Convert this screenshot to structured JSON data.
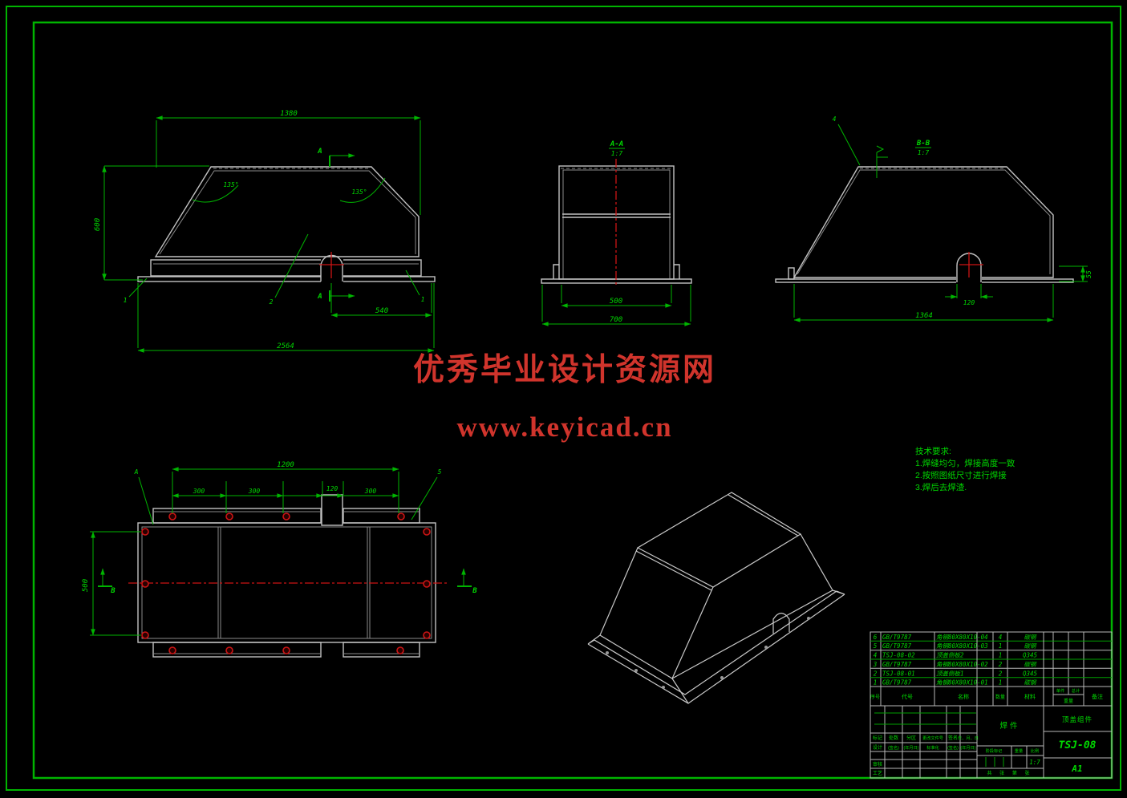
{
  "watermark": {
    "line1": "优秀毕业设计资源网",
    "line2": "www.keyicad.cn"
  },
  "tech_req": {
    "title": "技术要求:",
    "item1": "1.焊缝均匀，焊接高度一致",
    "item2": "2.按照图纸尺寸进行焊接",
    "item3": "3.焊后去焊渣."
  },
  "front_view": {
    "dim_top": "1380",
    "dim_left": "600",
    "dim_notch": "540",
    "dim_overall": "2564",
    "angle_left": "135°",
    "angle_right": "135°",
    "section_top": "A",
    "section_bottom": "A",
    "balloon_left": "1",
    "balloon_mid": "2",
    "balloon_right": "1"
  },
  "section_aa": {
    "label": "A-A",
    "scale": "1:7",
    "dim_inner": "500",
    "dim_outer": "700"
  },
  "section_bb": {
    "label": "B-B",
    "scale": "1:7",
    "balloon": "4",
    "dim_notch": "120",
    "dim_overall": "1364",
    "dim_right": "55"
  },
  "plan_view": {
    "dim_overall": "1200",
    "dim_seg1": "300",
    "dim_seg2": "300",
    "dim_notch": "120",
    "dim_seg3": "300",
    "dim_left": "500",
    "section_left": "B",
    "section_right": "B",
    "balloon_left": "A",
    "balloon_right": "5"
  },
  "bom": {
    "headers": {
      "seq": "序号",
      "code": "代号",
      "name": "名称",
      "qty": "数量",
      "material": "材料",
      "weight_unit": "单件",
      "weight_total": "总计",
      "weight": "重量",
      "remark": "备注"
    },
    "rows": [
      {
        "seq": "6",
        "code": "GB/T9787",
        "name": "角钢80X80X10-04",
        "qty": "4",
        "material": "碳钢"
      },
      {
        "seq": "5",
        "code": "GB/T9787",
        "name": "角钢80X80X10-03",
        "qty": "1",
        "material": "碳钢"
      },
      {
        "seq": "4",
        "code": "TSJ-08-02",
        "name": "顶盖侧板2",
        "qty": "1",
        "material": "Q345"
      },
      {
        "seq": "3",
        "code": "GB/T9787",
        "name": "角钢80X80X10-02",
        "qty": "2",
        "material": "碳钢"
      },
      {
        "seq": "2",
        "code": "TSJ-08-01",
        "name": "顶盖侧板1",
        "qty": "2",
        "material": "Q345"
      },
      {
        "seq": "1",
        "code": "GB/T9787",
        "name": "角钢80X80X10-01",
        "qty": "1",
        "material": "碳钢"
      }
    ]
  },
  "titleblock": {
    "mark": "标记",
    "count": "处数",
    "zone": "分区",
    "change_doc": "更改文件号",
    "sign": "签名",
    "date": "年、月、日",
    "design": "设计",
    "sign2": "(签名)",
    "date2": "(年月日)",
    "standard": "标准化",
    "sign3": "(签名)",
    "date3": "(年月日)",
    "audit": "审核",
    "process": "工艺",
    "weldment": "焊件",
    "stage_mark": "阶段标记",
    "weight": "重量",
    "scale": "比例",
    "scale_value": "1:7",
    "sheets": "共 张 第 张",
    "part_name": "顶盖组件",
    "drawing_no": "TSJ-08",
    "sheet_size": "A1"
  }
}
